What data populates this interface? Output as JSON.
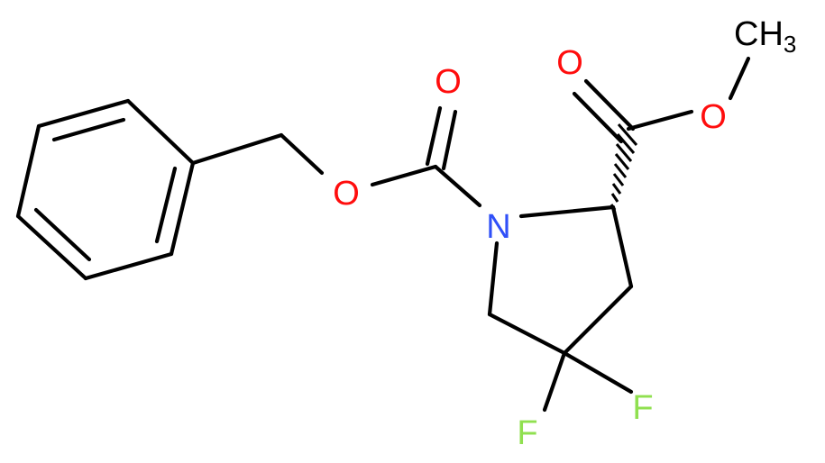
{
  "molecule": {
    "atoms": {
      "carbonyl_o_left": "O",
      "ester_o_left": "O",
      "nitrogen": "N",
      "carbonyl_o_right": "O",
      "ester_o_right": "O",
      "fluorine_right": "F",
      "fluorine_bottom": "F",
      "methyl": "CH",
      "methyl_subscript": "3"
    },
    "colors": {
      "bond": "#000000",
      "oxygen": "#ff0d0d",
      "nitrogen": "#3050f8",
      "fluorine": "#90e050",
      "carbon": "#000000"
    }
  }
}
